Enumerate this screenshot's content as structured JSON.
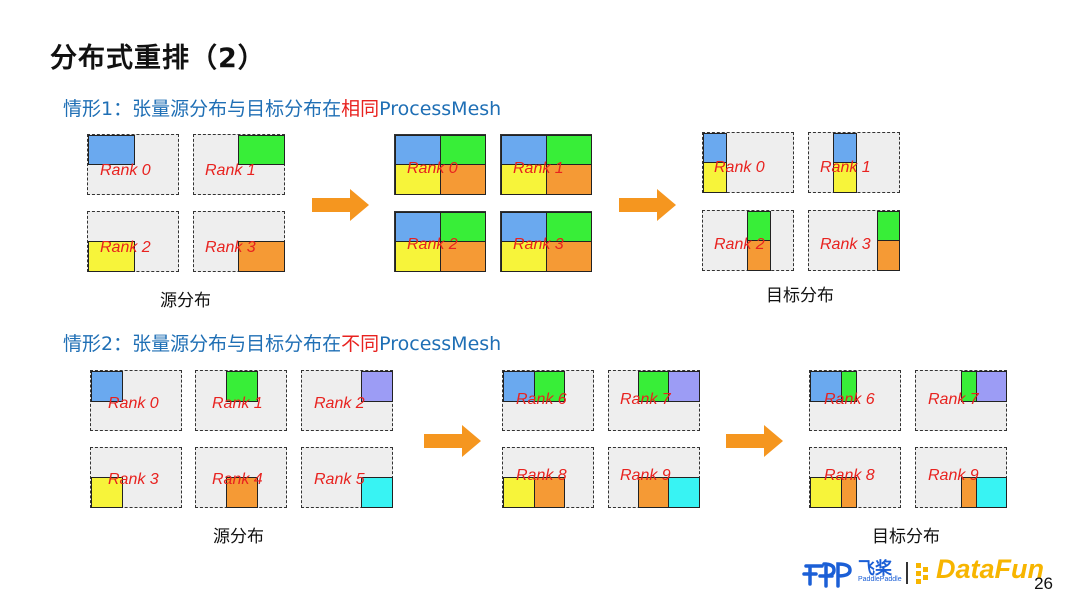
{
  "title": "分布式重排（2）",
  "scenario1": {
    "pre": "情形1：张量源分布与目标分布在",
    "highlight": "相同",
    "post": "ProcessMesh"
  },
  "scenario2": {
    "pre": "情形2：张量源分布与目标分布在",
    "highlight": "不同",
    "post": "ProcessMesh"
  },
  "captions": {
    "source": "源分布",
    "target": "目标分布"
  },
  "colors": {
    "blue": "#6aa9ef",
    "green": "#38ee38",
    "yellow": "#f7f43a",
    "orange": "#f59a35",
    "purple": "#9c9cf5",
    "cyan": "#38f3f3",
    "label": "#e8221f",
    "accent": "#1f6fb5",
    "arrow": "#f5961f"
  },
  "ranks": {
    "r0": "Rank 0",
    "r1": "Rank 1",
    "r2": "Rank 2",
    "r3": "Rank 3",
    "r4": "Rank 4",
    "r5": "Rank 5",
    "r6": "Rank 6",
    "r7": "Rank 7",
    "r8": "Rank 8",
    "r9": "Rank 9"
  },
  "footer": {
    "paddle_cn": "飞桨",
    "paddle_en": "PaddlePaddle",
    "datafun": "DataFun",
    "page": "26"
  }
}
